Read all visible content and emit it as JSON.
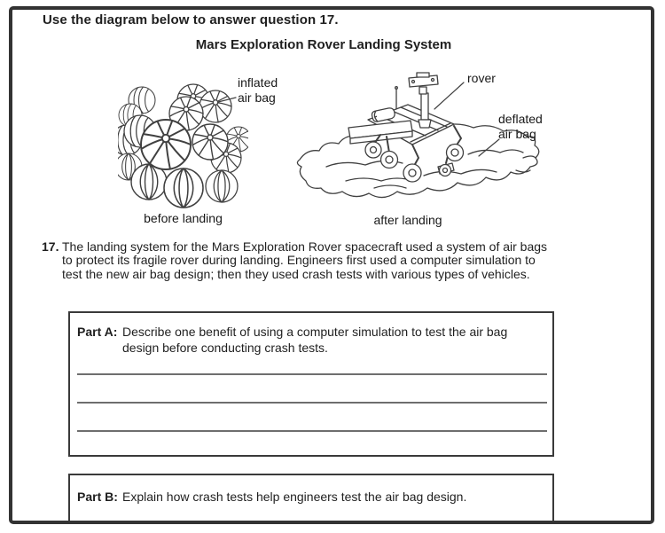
{
  "page": {
    "instruction": "Use the diagram below to answer question 17.",
    "diagram": {
      "title": "Mars Exploration Rover Landing System",
      "labels": {
        "inflated_air_bag": "inflated air bag",
        "rover": "rover",
        "deflated_air_bag": "deflated air bag"
      },
      "captions": {
        "before": "before landing",
        "after": "after landing"
      }
    },
    "question": {
      "number": "17.",
      "text": "The landing system for the Mars Exploration Rover spacecraft used a system of air bags to protect its fragile rover during landing. Engineers first used a computer simulation to test the new air bag design; then they used crash tests with various types of vehicles."
    },
    "part_a": {
      "label": "Part A:",
      "prompt": "Describe one benefit of using a computer simulation to test the air bag design before conducting crash tests.",
      "answer_lines": 3
    },
    "part_b": {
      "label": "Part B:",
      "prompt": "Explain how crash tests help engineers test the air bag design."
    },
    "colors": {
      "ink": "#1f1f1f",
      "line_art": "#404040",
      "page_border": "#333333",
      "answer_line": "#6e6e6e"
    }
  }
}
